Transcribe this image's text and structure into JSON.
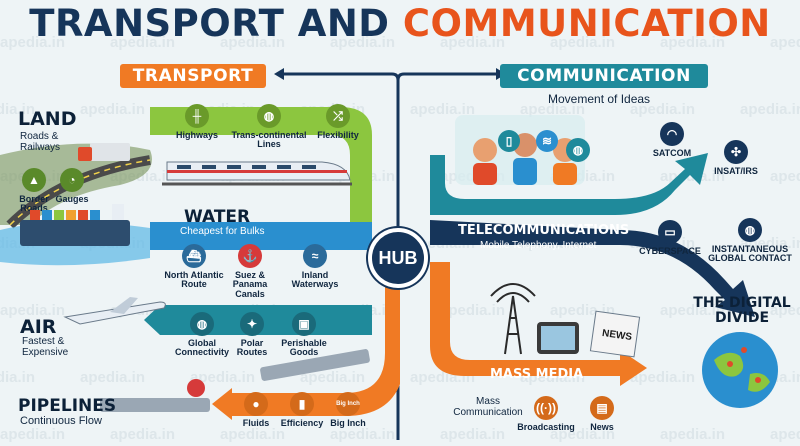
{
  "title": {
    "part1": "TRANSPORT AND",
    "part2": "COMMUNICATION"
  },
  "watermark": "apedia.in",
  "colors": {
    "navy": "#16355a",
    "orange": "#e8541c",
    "teal": "#1f8a9b",
    "green": "#8cc63f",
    "blue": "#2a8fcf"
  },
  "transport": {
    "banner": "TRANSPORT",
    "land": {
      "title": "LAND",
      "subtitle": "Roads & Railways",
      "items": [
        {
          "label": "Highways",
          "icon": "road-icon"
        },
        {
          "label": "Trans-continental Lines",
          "icon": "globe-icon"
        },
        {
          "label": "Flexibility",
          "icon": "shuffle-icon"
        }
      ],
      "side_items": [
        {
          "label": "Border Roads",
          "icon": "mountain-road-icon"
        },
        {
          "label": "Gauges",
          "icon": "gauge-icon"
        }
      ]
    },
    "water": {
      "title": "WATER",
      "subtitle": "Cheapest for Bulks",
      "items": [
        {
          "label": "North Atlantic Route",
          "icon": "ship-icon"
        },
        {
          "label": "Suez & Panama Canals",
          "icon": "canal-icon"
        },
        {
          "label": "Inland Waterways",
          "icon": "waves-icon"
        }
      ]
    },
    "air": {
      "title": "AIR",
      "subtitle": "Fastest & Expensive",
      "items": [
        {
          "label": "Global Connectivity",
          "icon": "globe-icon"
        },
        {
          "label": "Polar Routes",
          "icon": "compass-icon"
        },
        {
          "label": "Perishable Goods",
          "icon": "box-icon"
        }
      ]
    },
    "pipelines": {
      "title": "PIPELINES",
      "subtitle": "Continuous Flow",
      "items": [
        {
          "label": "Fluids",
          "icon": "drop-icon"
        },
        {
          "label": "Efficiency",
          "icon": "chart-icon"
        },
        {
          "label": "Big Inch",
          "icon": "big-inch-icon",
          "badge": "Big Inch"
        }
      ]
    }
  },
  "hub": "HUB",
  "communication": {
    "banner": "COMMUNICATION",
    "subtitle": "Movement of Ideas",
    "telecom": {
      "title": "TELECOMMUNICATIONS",
      "subtitle": "Mobile Telephony, Internet"
    },
    "branches": [
      {
        "label": "SATCOM",
        "icon": "satellite-dish-icon"
      },
      {
        "label": "INSAT/IRS",
        "icon": "satellite-icon"
      },
      {
        "label": "CYBERSPACE",
        "icon": "monitor-icon"
      },
      {
        "label": "INSTANTANEOUS GLOBAL CONTACT",
        "icon": "globe-icon"
      }
    ],
    "digital_divide": "THE DIGITAL DIVIDE",
    "mass_media": {
      "title": "MASS MEDIA",
      "subtitle": "Mass Communication",
      "items": [
        {
          "label": "Broadcasting",
          "icon": "broadcast-icon"
        },
        {
          "label": "News",
          "icon": "newspaper-icon"
        }
      ],
      "news_sign": "NEWS"
    }
  }
}
